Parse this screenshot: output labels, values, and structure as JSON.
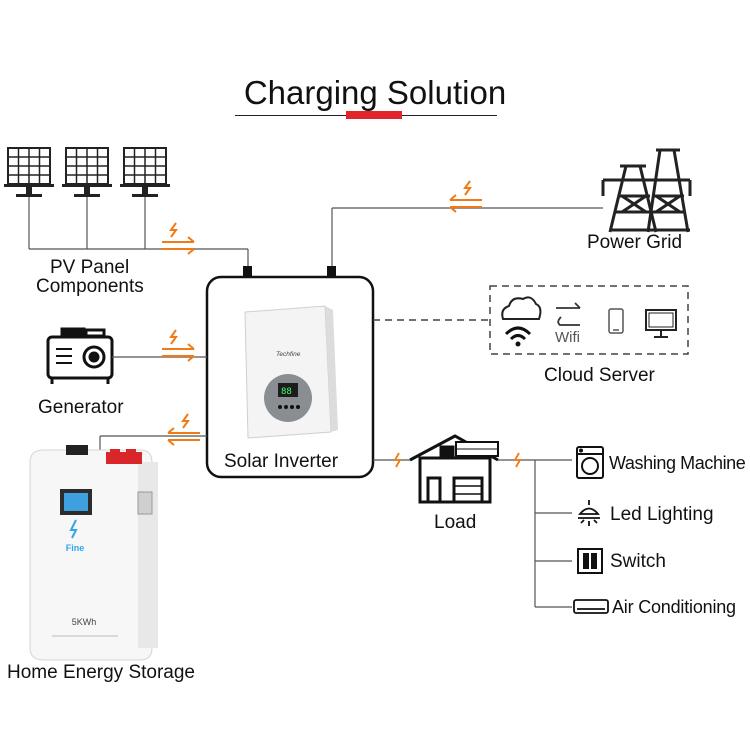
{
  "title": "Charging Solution",
  "colors": {
    "accent": "#e1252b",
    "arrow": "#f07a16",
    "line": "#555555"
  },
  "nodes": {
    "pv_panel": {
      "label_line1": "PV Panel",
      "label_line2": "Components"
    },
    "power_grid": {
      "label": "Power Grid"
    },
    "generator": {
      "label": "Generator"
    },
    "solar_inverter": {
      "label": "Solar Inverter",
      "brand": "Techfine"
    },
    "cloud_server": {
      "label": "Cloud Server",
      "wifi_label": "Wifi"
    },
    "home_energy_storage": {
      "label": "Home Energy Storage",
      "brand": "Fine",
      "capacity": "5KWh"
    },
    "load": {
      "label": "Load"
    }
  },
  "appliances": [
    {
      "label": "Washing Machine",
      "icon": "washing-machine-icon"
    },
    {
      "label": "Led Lighting",
      "icon": "lamp-icon"
    },
    {
      "label": "Switch",
      "icon": "switch-icon"
    },
    {
      "label": "Air Conditioning",
      "icon": "air-conditioner-icon"
    }
  ]
}
